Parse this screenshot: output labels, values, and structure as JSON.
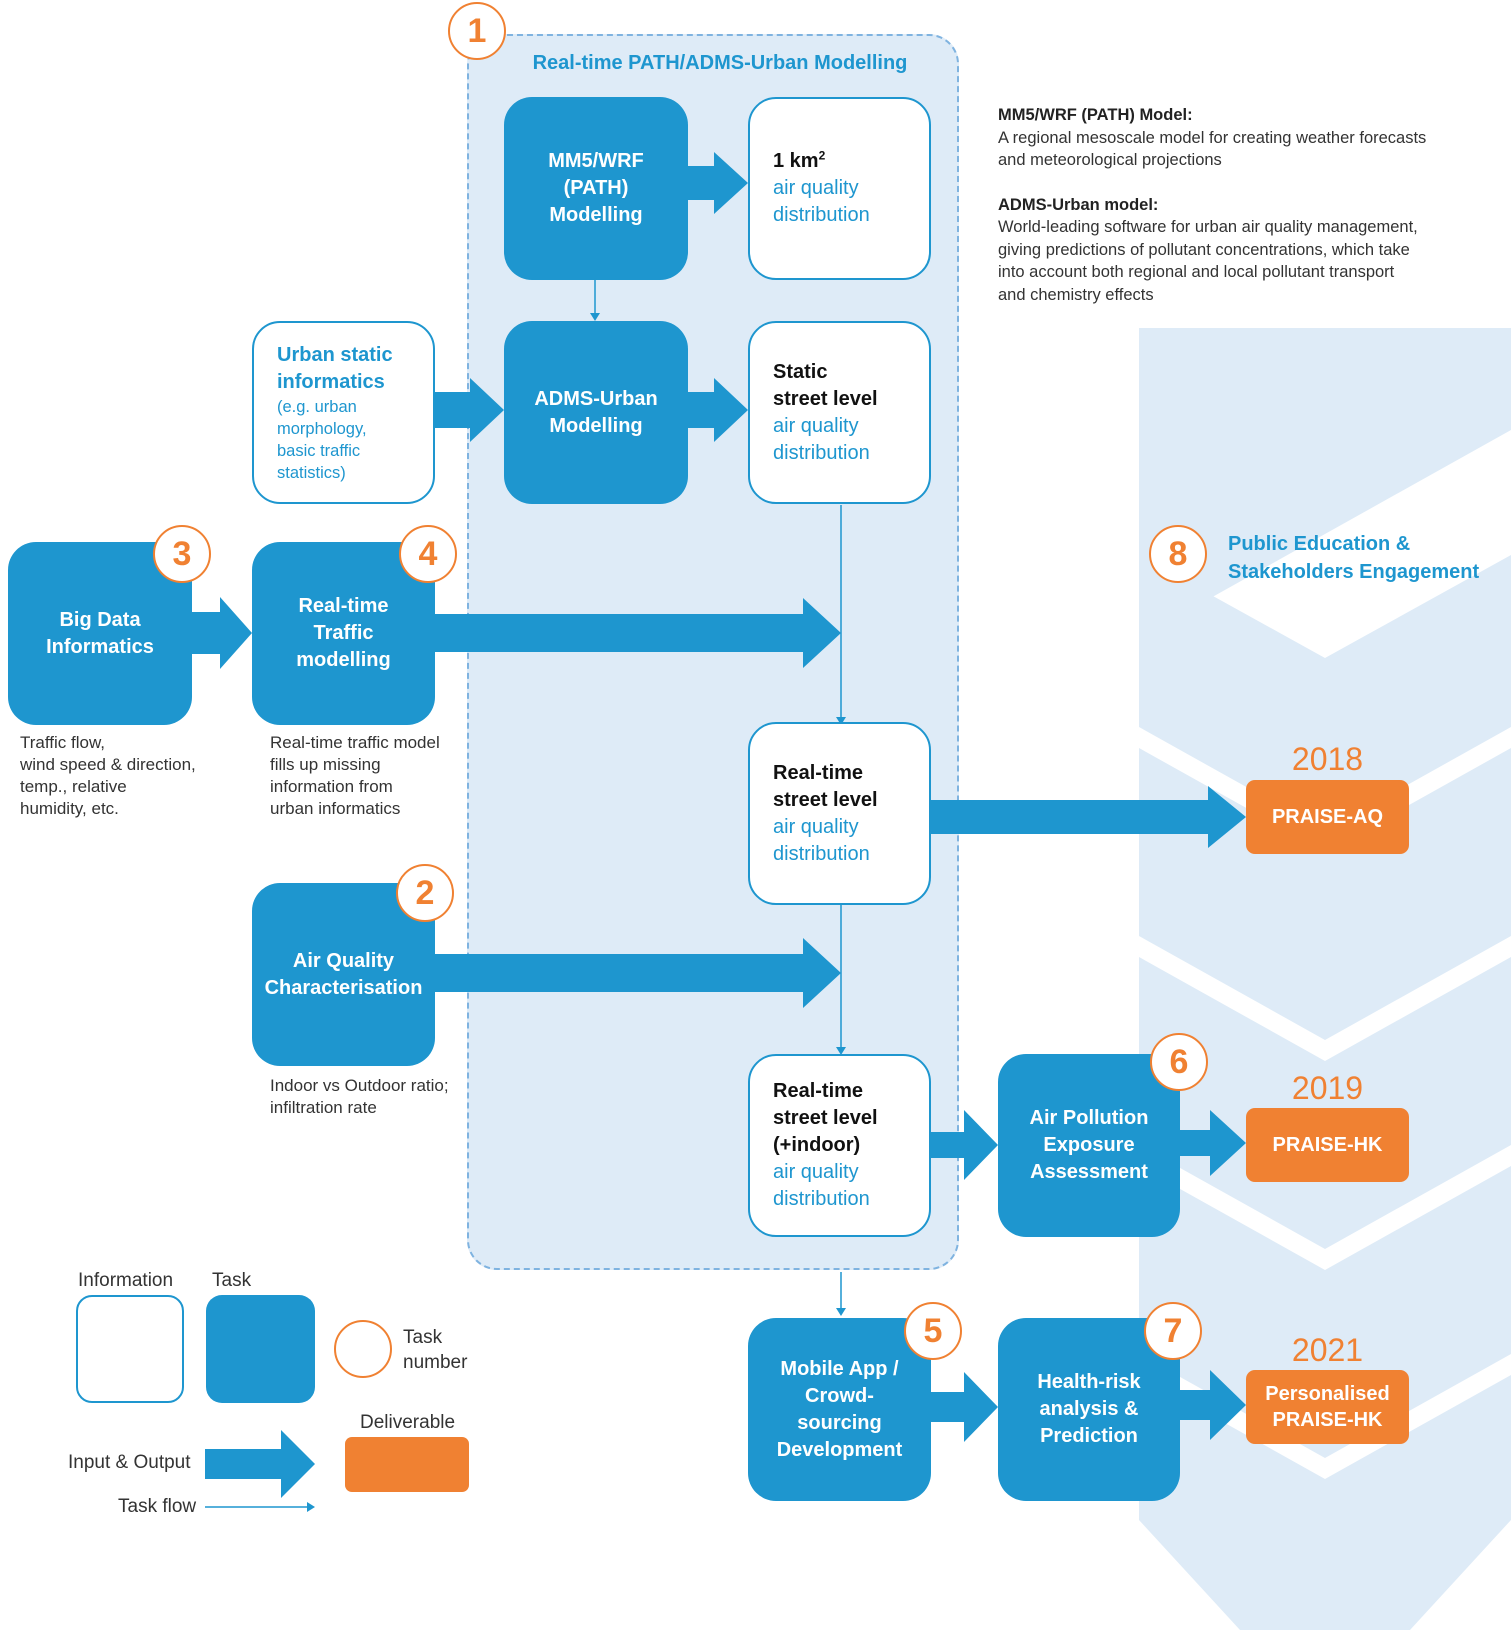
{
  "colors": {
    "task": "#1e96cf",
    "deliverable": "#f08132",
    "panel": "#deebf7",
    "chevron": "#deebf7",
    "text": "#333333"
  },
  "panel": {
    "title": "Real-time PATH/ADMS-Urban Modelling",
    "number": "1"
  },
  "tasks": {
    "mm5": [
      "MM5/WRF",
      "(PATH)",
      "Modelling"
    ],
    "adms": [
      "ADMS-Urban",
      "Modelling"
    ],
    "bigdata": [
      "Big Data",
      "Informatics"
    ],
    "traffic": [
      "Real-time",
      "Traffic",
      "modelling"
    ],
    "aqchar": [
      "Air Quality",
      "Characterisation"
    ],
    "exposure": [
      "Air Pollution",
      "Exposure",
      "Assessment"
    ],
    "mobile": [
      "Mobile App /",
      "Crowd-",
      "sourcing",
      "Development"
    ],
    "health": [
      "Health-risk",
      "analysis &",
      "Prediction"
    ]
  },
  "info": {
    "km": {
      "dark1": "1 km",
      "sup": "2",
      "blue": [
        "air quality",
        "distribution"
      ]
    },
    "static_street": {
      "dark": [
        "Static",
        "street level"
      ],
      "blue": [
        "air quality",
        "distribution"
      ]
    },
    "urban_static": {
      "title": [
        "Urban static",
        "informatics"
      ],
      "detail": [
        "(e.g. urban",
        "morphology,",
        "basic traffic",
        "statistics)"
      ]
    },
    "rt_street": {
      "dark": [
        "Real-time",
        "street level"
      ],
      "blue": [
        "air quality",
        "distribution"
      ]
    },
    "rt_indoor": {
      "dark": [
        "Real-time",
        "street level",
        "(+indoor)"
      ],
      "blue": [
        "air quality",
        "distribution"
      ]
    }
  },
  "badges": {
    "bigdata": "3",
    "traffic": "4",
    "aqchar": "2",
    "exposure": "6",
    "mobile": "5",
    "health": "7",
    "education": "8"
  },
  "notes": {
    "bigdata": [
      "Traffic flow,",
      "wind speed & direction,",
      "temp., relative",
      "humidity, etc."
    ],
    "traffic": [
      "Real-time traffic model",
      "fills up missing",
      "information from",
      "urban informatics"
    ],
    "aqchar": [
      "Indoor vs Outdoor ratio;",
      "infiltration rate"
    ]
  },
  "description": {
    "mm5_title": "MM5/WRF (PATH) Model:",
    "mm5_text": [
      "A regional mesoscale model for creating weather forecasts",
      "and meteorological projections"
    ],
    "adms_title": "ADMS-Urban model:",
    "adms_text": [
      "World-leading software for urban air quality management,",
      "giving predictions of pollutant concentrations, which take",
      "into account both regional and local pollutant transport",
      "and chemistry effects"
    ]
  },
  "education": [
    "Public Education &",
    "Stakeholders Engagement"
  ],
  "deliverables": [
    {
      "year": "2018",
      "label": [
        "PRAISE-AQ"
      ]
    },
    {
      "year": "2019",
      "label": [
        "PRAISE-HK"
      ]
    },
    {
      "year": "2021",
      "label": [
        "Personalised",
        "PRAISE-HK"
      ]
    }
  ],
  "legend": {
    "information": "Information",
    "task": "Task",
    "task_number": [
      "Task",
      "number"
    ],
    "deliverable": "Deliverable",
    "input_output": "Input & Output",
    "task_flow": "Task flow"
  }
}
